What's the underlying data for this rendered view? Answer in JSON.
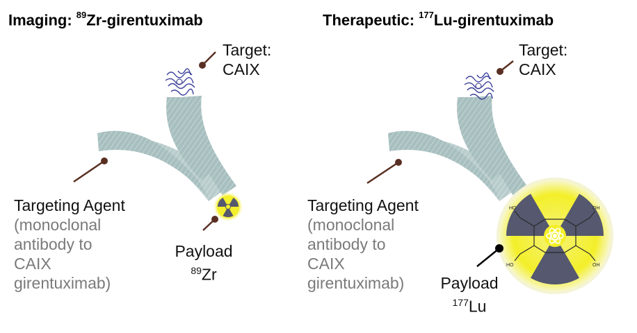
{
  "left": {
    "title_prefix": "Imaging: ",
    "title_sup": "89",
    "title_suffix": "Zr-girentuximab",
    "target_line1": "Target:",
    "target_line2": "CAIX",
    "agent_line1": "Targeting Agent",
    "agent_desc": [
      "(monoclonal",
      "antibody to",
      "CAIX",
      "girentuximab)"
    ],
    "payload_label": "Payload",
    "payload_sup": "89",
    "payload_isotope": "Zr"
  },
  "right": {
    "title_prefix": "Therapeutic: ",
    "title_sup": "177",
    "title_suffix": "Lu-girentuximab",
    "target_line1": "Target:",
    "target_line2": "CAIX",
    "agent_line1": "Targeting Agent",
    "agent_desc": [
      "(monoclonal",
      "antibody to",
      "CAIX",
      "girentuximab)"
    ],
    "payload_label": "Payload",
    "payload_sup": "177",
    "payload_isotope": "Lu"
  },
  "colors": {
    "antibody": "#a9c0c0",
    "leader": "#5a2f23",
    "protein": "#3a3f9a",
    "radiation_yellow": "#f3ef2a",
    "radiation_grey": "#55586e"
  },
  "icons": {
    "target": "protein-structure-icon",
    "small_payload": "radiation-symbol-icon",
    "large_payload": "radiation-chelator-icon"
  }
}
